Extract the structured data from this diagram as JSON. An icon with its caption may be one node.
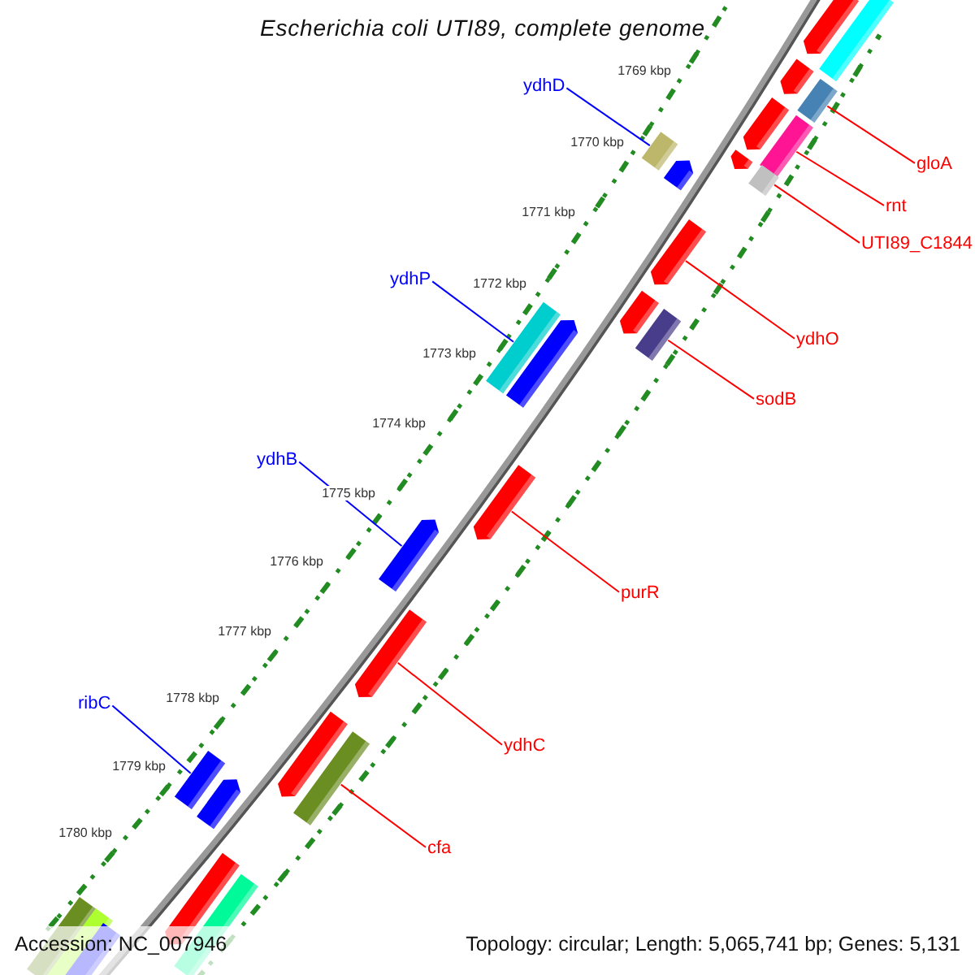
{
  "diagram": {
    "title": "Escherichia coli UTI89, complete genome",
    "nodes": [
      {
        "text": [
          "ydhD"
        ]
      },
      {
        "text": [
          "gloA"
        ]
      },
      {
        "text": [
          "rnt"
        ]
      },
      {
        "text": [
          "UTI89_C1844"
        ]
      },
      {
        "text": [
          "ydhP"
        ]
      },
      {
        "text": [
          "ydhO"
        ]
      },
      {
        "text": [
          "sodB"
        ]
      },
      {
        "text": [
          "ydhB"
        ]
      },
      {
        "text": [
          "purR"
        ]
      },
      {
        "text": [
          "ribC"
        ]
      },
      {
        "text": [
          "ydhC"
        ]
      },
      {
        "text": [
          "cfa"
        ]
      },
      {
        "text": [],
        "shape": "bar"
      },
      {
        "text": [],
        "shape": "bar"
      },
      {
        "text": [],
        "shape": "bar"
      },
      {
        "text": [],
        "shape": "bar"
      },
      {
        "text": [],
        "shape": "bar"
      },
      {
        "text": [],
        "shape": "bar"
      },
      {
        "text": [],
        "shape": "bar"
      },
      {
        "text": [],
        "shape": "bar"
      },
      {
        "text": [],
        "shape": "bar"
      },
      {
        "text": [],
        "shape": "bar"
      },
      {
        "text": [],
        "shape": "bar"
      },
      {
        "text": [],
        "shape": "bar"
      },
      {
        "text": [],
        "shape": "bar"
      },
      {
        "text": [],
        "shape": "bar"
      },
      {
        "text": [],
        "shape": "bar"
      },
      {
        "text": [],
        "shape": "bar"
      },
      {
        "text": [],
        "shape": "bar"
      },
      {
        "text": [],
        "shape": "bar"
      },
      {
        "text": [],
        "shape": "bar"
      },
      {
        "text": [],
        "shape": "bar"
      },
      {
        "text": [],
        "shape": "bar"
      },
      {
        "text": [],
        "shape": "bar"
      },
      {
        "text": [],
        "shape": "bar"
      },
      {
        "text": [],
        "shape": "bar"
      },
      {
        "text": [],
        "shape": "bar"
      },
      {
        "text": [],
        "shape": "bar"
      },
      {
        "text": [],
        "shape": "bar"
      }
    ],
    "edges": [
      {
        "from": 0,
        "to": 18,
        "arrow": "none",
        "color": "#0000ff"
      },
      {
        "from": 1,
        "to": 15,
        "arrow": "none"
      },
      {
        "from": 2,
        "to": 17,
        "arrow": "none"
      },
      {
        "from": 3,
        "to": 21,
        "arrow": "none"
      },
      {
        "from": 4,
        "to": 25,
        "arrow": "none",
        "color": "#0000ff"
      },
      {
        "from": 5,
        "to": 22,
        "arrow": "none"
      },
      {
        "from": 6,
        "to": 24,
        "arrow": "none"
      },
      {
        "from": 7,
        "to": 28,
        "arrow": "none",
        "color": "#0000ff"
      },
      {
        "from": 8,
        "to": 27,
        "arrow": "none"
      },
      {
        "from": 9,
        "to": 32,
        "arrow": "none",
        "color": "#0000ff"
      },
      {
        "from": 10,
        "to": 29,
        "arrow": "none"
      },
      {
        "from": 11,
        "to": 31,
        "arrow": "none"
      }
    ],
    "labels": [
      "1769 kbp",
      "1770 kbp",
      "1771 kbp",
      "1772 kbp",
      "1773 kbp",
      "1774 kbp",
      "1775 kbp",
      "1776 kbp",
      "1777 kbp",
      "1778 kbp",
      "1779 kbp",
      "1780 kbp",
      "Accession: NC_007946",
      "Topology: circular; Length: 5,065,741 bp; Genes: 5,131"
    ]
  }
}
